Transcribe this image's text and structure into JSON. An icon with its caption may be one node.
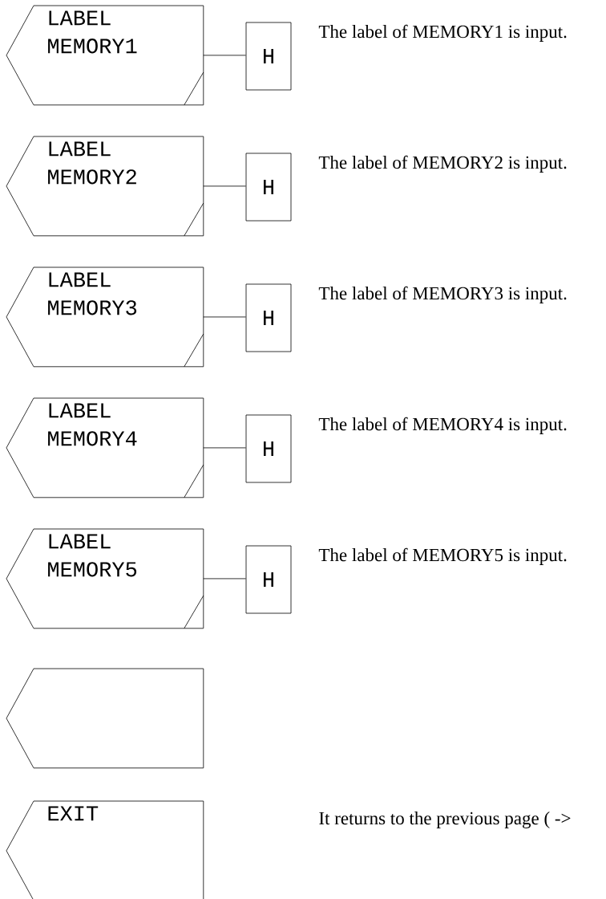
{
  "diagram": {
    "nodes": [
      {
        "text": [
          "LABEL MEMORY1"
        ]
      },
      {
        "text": [
          "H"
        ],
        "beside": [
          "The label of MEMORY1 is input."
        ]
      },
      {
        "text": [
          "LABEL MEMORY2"
        ]
      },
      {
        "text": [
          "H"
        ],
        "beside": [
          "The label of MEMORY2 is input."
        ]
      },
      {
        "text": [
          "LABEL MEMORY3"
        ]
      },
      {
        "text": [
          "H"
        ],
        "beside": [
          "The label of MEMORY3 is input."
        ]
      },
      {
        "text": [
          "LABEL MEMORY4"
        ]
      },
      {
        "text": [
          "H"
        ],
        "beside": [
          "The label of MEMORY4 is input."
        ]
      },
      {
        "text": [
          "LABEL MEMORY5"
        ]
      },
      {
        "text": [
          "H"
        ],
        "beside": [
          "The label of MEMORY5 is input."
        ]
      },
      {
        "text": [],
        "shape": "box"
      },
      {
        "text": [
          "EXIT"
        ]
      }
    ],
    "labels": [
      "It returns to the previous page ( ->"
    ],
    "edges": [
      {
        "from": 0,
        "to": 1,
        "arrow": "none"
      },
      {
        "from": 2,
        "to": 3,
        "arrow": "none"
      },
      {
        "from": 4,
        "to": 5,
        "arrow": "none"
      },
      {
        "from": 6,
        "to": 7,
        "arrow": "none"
      },
      {
        "from": 8,
        "to": 9,
        "arrow": "none"
      }
    ]
  }
}
